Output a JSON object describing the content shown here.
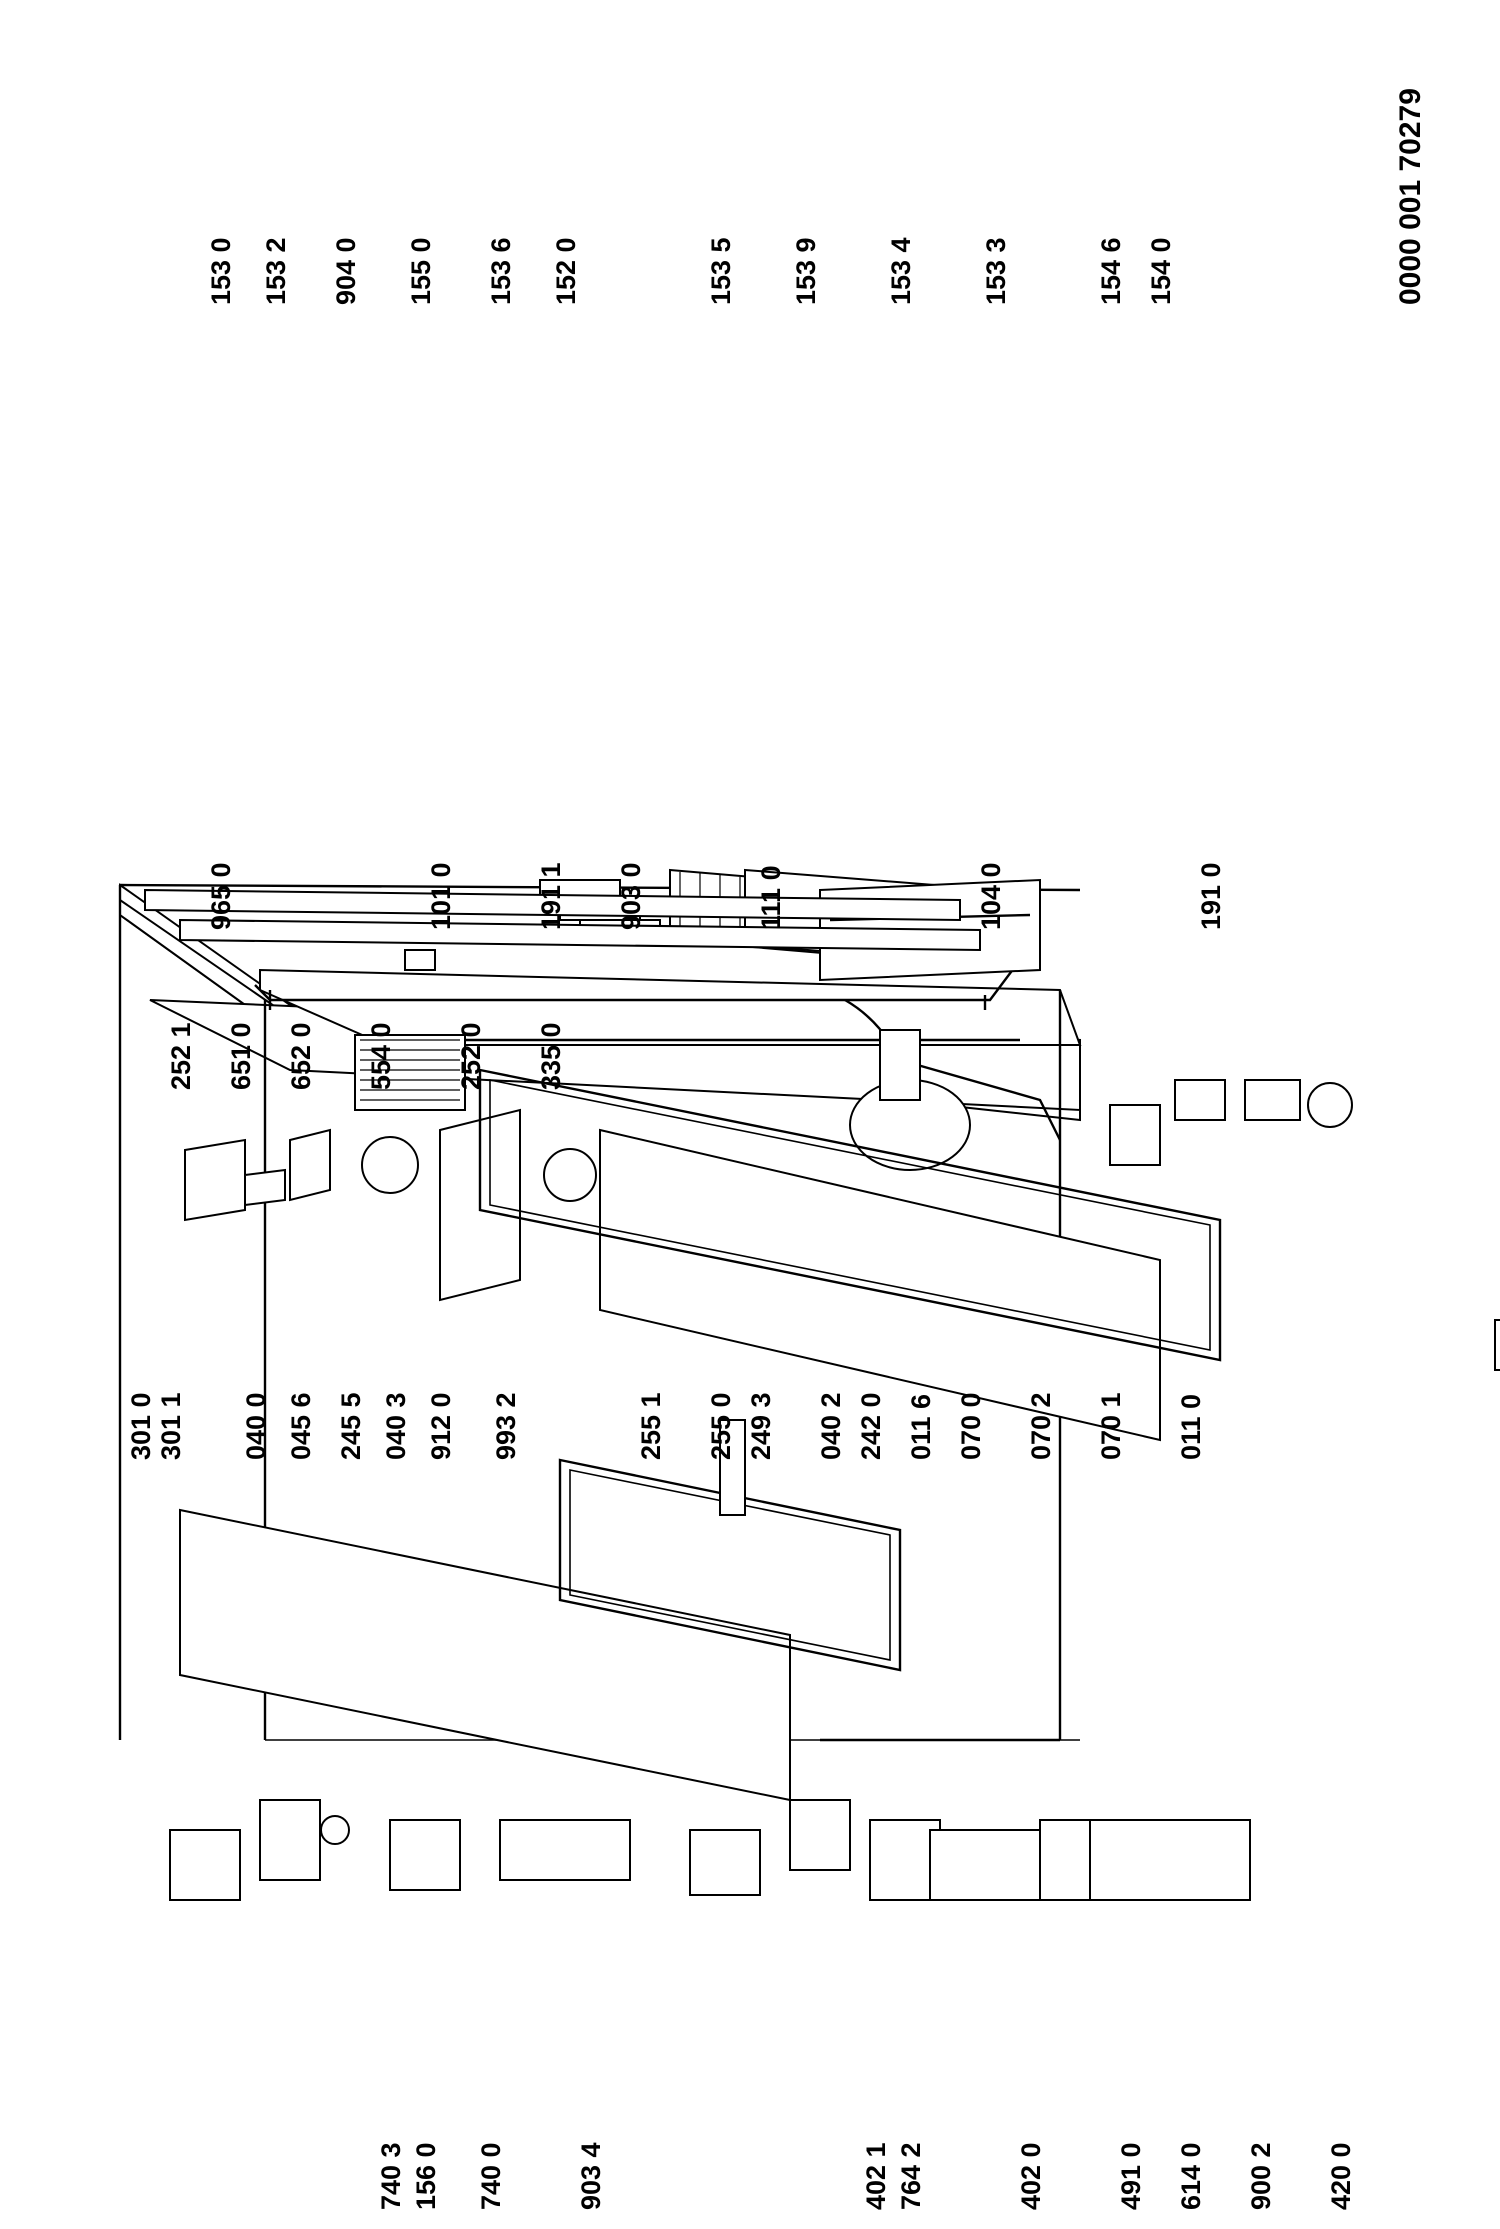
{
  "document_number": "0000 001 70279",
  "groups": {
    "cabinet": [
      "740 3",
      "156 0",
      "740 0",
      "903 4",
      "402 1",
      "764 2",
      "402 0",
      "491 0",
      "614 0",
      "900 2",
      "420 0"
    ],
    "cabinet_top": [
      "301 0",
      "301 1",
      "040 0",
      "045 6",
      "245 5",
      "040 3",
      "912 0",
      "993 2",
      "255 1",
      "255 0",
      "249 3",
      "040 2",
      "242 0",
      "011 6",
      "070 0",
      "070 2",
      "070 1",
      "011 0"
    ],
    "controls": [
      "252 1",
      "651 0",
      "652 0",
      "554 0",
      "252 0",
      "335 0"
    ],
    "doors": [
      "965 0",
      "101 0",
      "191 1",
      "903 0",
      "111 0",
      "104 0",
      "191 0"
    ],
    "door_shelves": [
      "153 0",
      "153 2",
      "904 0",
      "155 0",
      "153 6",
      "152 0",
      "153 5",
      "153 9",
      "153 4",
      "153 3",
      "154 6",
      "154 0"
    ]
  }
}
